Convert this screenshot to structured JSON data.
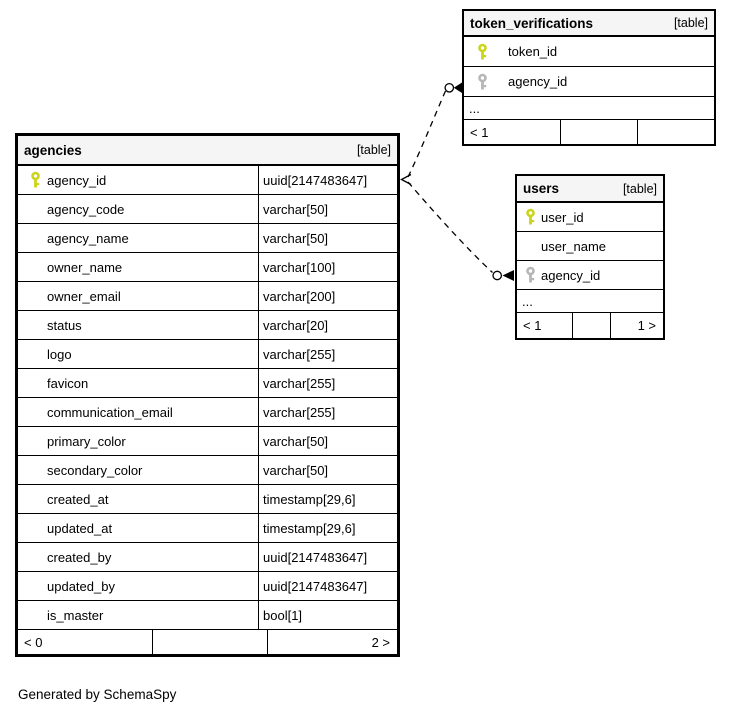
{
  "caption": "Generated by SchemaSpy",
  "colors": {
    "primary_key": "#ccd419",
    "foreign_key": "#b6b6b6",
    "header_background": "#f5f5f5",
    "border": "#000000"
  },
  "relationships": [
    {
      "from": "agencies.agency_id",
      "to": "token_verifications.agency_id"
    },
    {
      "from": "agencies.agency_id",
      "to": "users.agency_id"
    }
  ],
  "tables": {
    "agencies": {
      "name": "agencies",
      "tag": "[table]",
      "columns": [
        {
          "name": "agency_id",
          "type": "uuid[2147483647]",
          "key": "pk"
        },
        {
          "name": "agency_code",
          "type": "varchar[50]"
        },
        {
          "name": "agency_name",
          "type": "varchar[50]"
        },
        {
          "name": "owner_name",
          "type": "varchar[100]"
        },
        {
          "name": "owner_email",
          "type": "varchar[200]"
        },
        {
          "name": "status",
          "type": "varchar[20]"
        },
        {
          "name": "logo",
          "type": "varchar[255]"
        },
        {
          "name": "favicon",
          "type": "varchar[255]"
        },
        {
          "name": "communication_email",
          "type": "varchar[255]"
        },
        {
          "name": "primary_color",
          "type": "varchar[50]"
        },
        {
          "name": "secondary_color",
          "type": "varchar[50]"
        },
        {
          "name": "created_at",
          "type": "timestamp[29,6]"
        },
        {
          "name": "updated_at",
          "type": "timestamp[29,6]"
        },
        {
          "name": "created_by",
          "type": "uuid[2147483647]"
        },
        {
          "name": "updated_by",
          "type": "uuid[2147483647]"
        },
        {
          "name": "is_master",
          "type": "bool[1]"
        }
      ],
      "footer": {
        "left": "< 0",
        "middle": "",
        "right": "2 >"
      }
    },
    "token_verifications": {
      "name": "token_verifications",
      "tag": "[table]",
      "columns": [
        {
          "name": "token_id",
          "key": "pk"
        },
        {
          "name": "agency_id",
          "key": "fk"
        }
      ],
      "more": "...",
      "footer": {
        "left": "< 1",
        "middle": "",
        "right": ""
      }
    },
    "users": {
      "name": "users",
      "tag": "[table]",
      "columns": [
        {
          "name": "user_id",
          "key": "pk"
        },
        {
          "name": "user_name"
        },
        {
          "name": "agency_id",
          "key": "fk"
        }
      ],
      "more": "...",
      "footer": {
        "left": "< 1",
        "middle": "",
        "right": "1 >"
      }
    }
  }
}
